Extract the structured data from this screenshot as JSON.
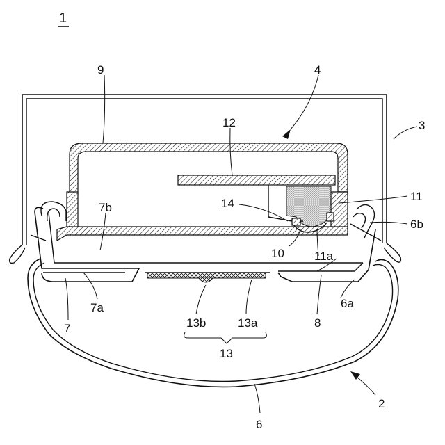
{
  "figure": {
    "title_ref": "1",
    "labels": {
      "l2": "2",
      "l3": "3",
      "l4": "4",
      "l6": "6",
      "l6a": "6a",
      "l6b": "6b",
      "l7": "7",
      "l7a": "7a",
      "l7b": "7b",
      "l8": "8",
      "l9": "9",
      "l10": "10",
      "l11": "11",
      "l11a": "11a",
      "l12": "12",
      "l13": "13",
      "l13a": "13a",
      "l13b": "13b",
      "l14": "14"
    }
  }
}
